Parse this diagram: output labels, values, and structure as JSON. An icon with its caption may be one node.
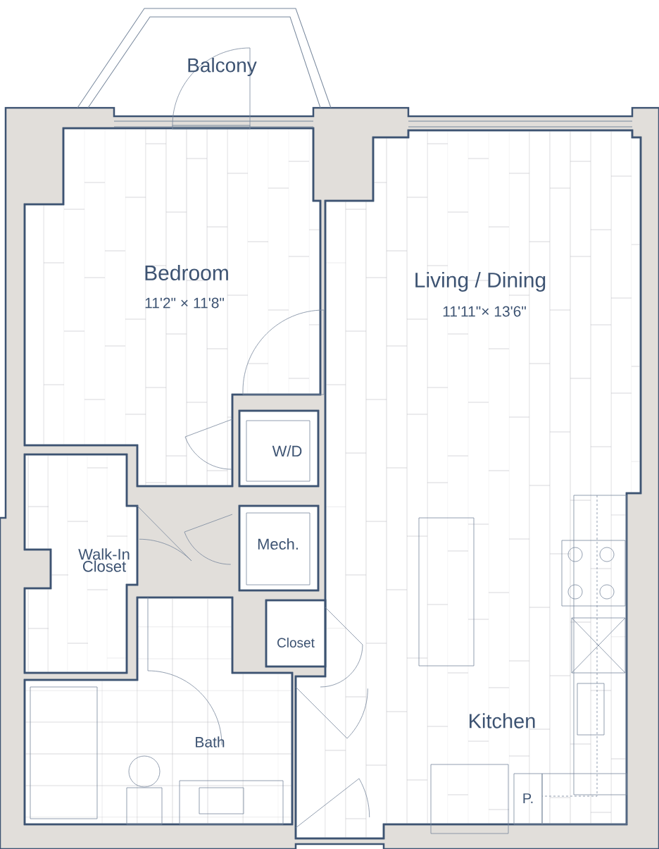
{
  "diagram": {
    "labels": [
      "Balcony",
      "Bedroom",
      "11'2\" × 11'8\"",
      "Living / Dining",
      "11'11\"× 13'6\"",
      "W/D",
      "Mech.",
      "Walk-In Closet",
      "Closet",
      "Bath",
      "Kitchen",
      "P."
    ]
  }
}
